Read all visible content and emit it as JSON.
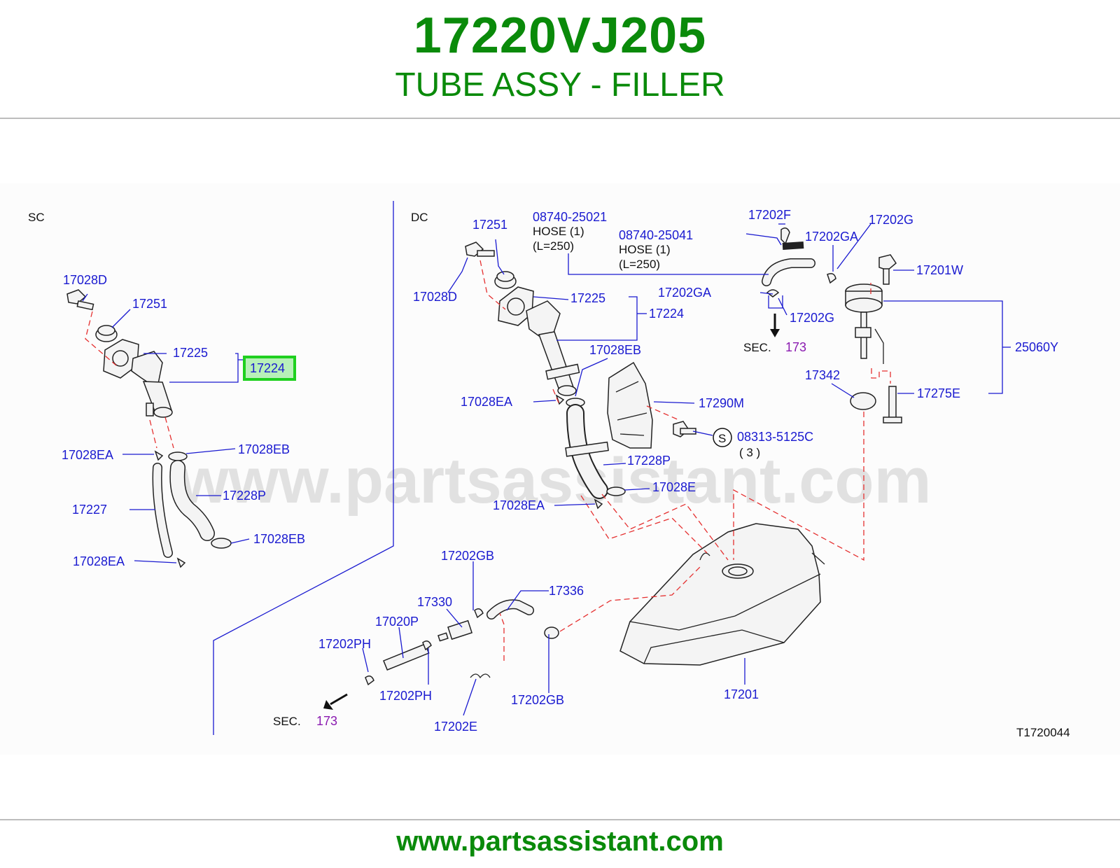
{
  "header": {
    "part_number": "17220VJ205",
    "part_name": "TUBE ASSY - FILLER"
  },
  "footer": {
    "url": "www.partsassistant.com"
  },
  "diagram": {
    "watermark": "www.partsassistant.com",
    "sections": {
      "left": "SC",
      "right": "DC"
    },
    "drawing_id": "T1720044",
    "highlighted_part": "17224",
    "left_labels": {
      "l17028D": "17028D",
      "l17251": "17251",
      "l17225": "17225",
      "l17224": "17224",
      "l17028EA_1": "17028EA",
      "l17028EB_1": "17028EB",
      "l17227": "17227",
      "l17228P": "17228P",
      "l17028EB_2": "17028EB",
      "l17028EA_2": "17028EA"
    },
    "right_labels": {
      "r17251": "17251",
      "r17028D": "17028D",
      "r08740_25021": "08740-25021",
      "r_hose1": "HOSE   (1)",
      "r_len1": "(L=250)",
      "r08740_25041": "08740-25041",
      "r_hose2": "HOSE   (1)",
      "r_len2": "(L=250)",
      "r17202F": "17202F",
      "r17202GA_1": "17202GA",
      "r17202G_1": "17202G",
      "r17201W": "17201W",
      "r17225": "17225",
      "r17224": "17224",
      "r17202GA_2": "17202GA",
      "r17202G_2": "17202G",
      "r_sec1": "SEC.",
      "r_sec1_num": "173",
      "r25060Y": "25060Y",
      "r17028EB": "17028EB",
      "r17342": "17342",
      "r17275E": "17275E",
      "r17028EA_1": "17028EA",
      "r17290M": "17290M",
      "r_s": "S",
      "r08313_5125C": "08313-5125C",
      "r_qty3": "(   3   )",
      "r17228P": "17228P",
      "r17028E": "17028E",
      "r17028EA_2": "17028EA",
      "r17202GB_1": "17202GB",
      "r17336": "17336",
      "r17330": "17330",
      "r17020P": "17020P",
      "r17202PH_1": "17202PH",
      "r17202PH_2": "17202PH",
      "r17202GB_2": "17202GB",
      "r17202E": "17202E",
      "r17201": "17201",
      "r_sec2": "SEC.",
      "r_sec2_num": "173"
    }
  },
  "colors": {
    "title_green": "#0a8a0a",
    "label_blue": "#1a1ad0",
    "dash_red": "#e53030",
    "highlight_green": "#1fd01f",
    "highlight_fill": "#b8f0b8",
    "section_ref_purple": "#8a1ab0"
  }
}
